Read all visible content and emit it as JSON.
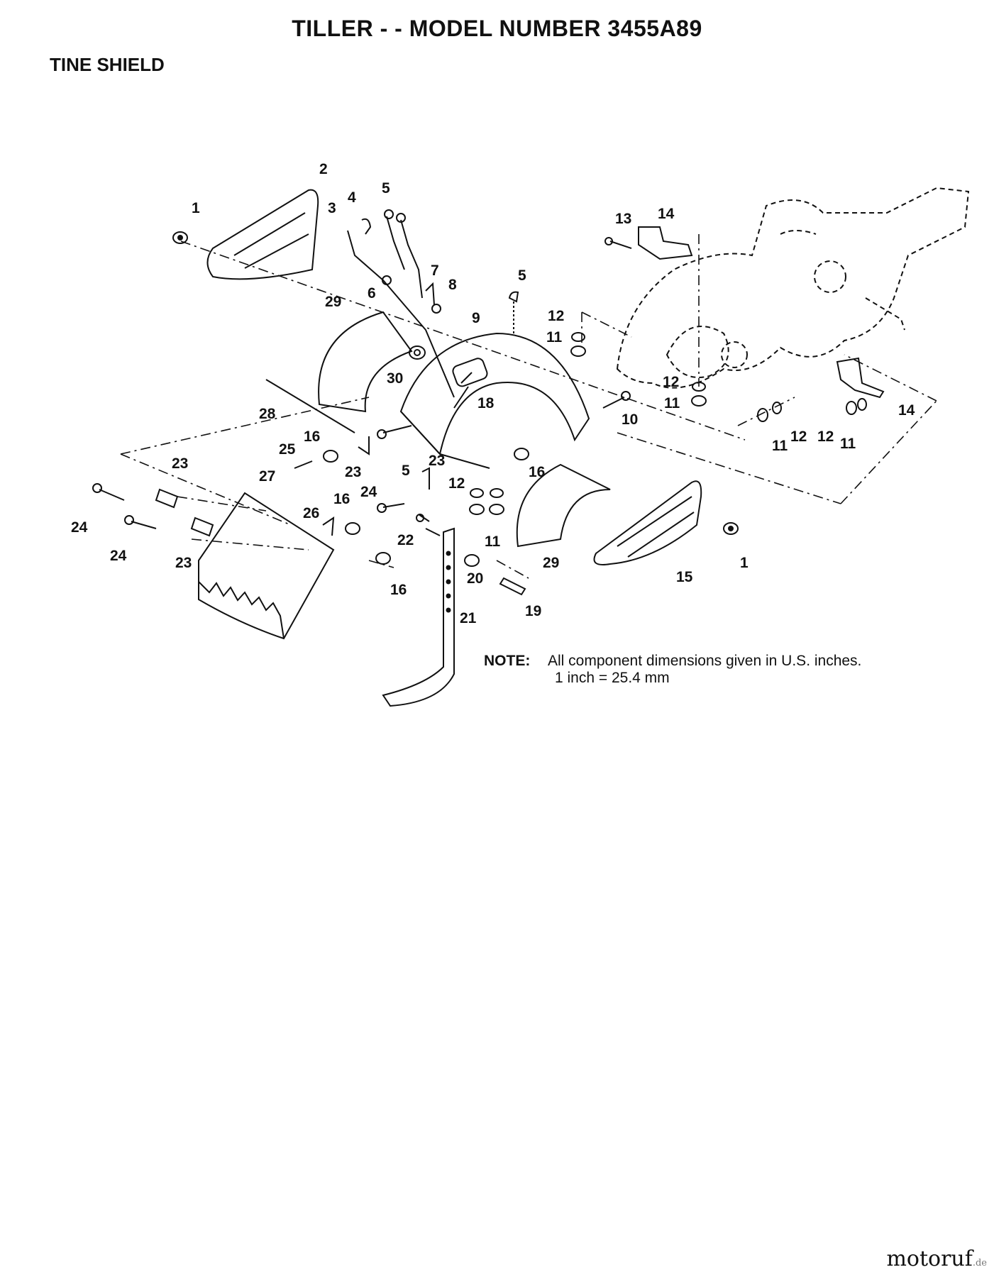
{
  "title": "TILLER - - MODEL NUMBER 3455A89",
  "section": "TINE SHIELD",
  "callouts": [
    {
      "id": "c-1a",
      "text": "1"
    },
    {
      "id": "c-2",
      "text": "2"
    },
    {
      "id": "c-3",
      "text": "3"
    },
    {
      "id": "c-4",
      "text": "4"
    },
    {
      "id": "c-5a",
      "text": "5"
    },
    {
      "id": "c-6",
      "text": "6"
    },
    {
      "id": "c-7",
      "text": "7"
    },
    {
      "id": "c-8",
      "text": "8"
    },
    {
      "id": "c-5b",
      "text": "5"
    },
    {
      "id": "c-9",
      "text": "9"
    },
    {
      "id": "c-29a",
      "text": "29"
    },
    {
      "id": "c-30",
      "text": "30"
    },
    {
      "id": "c-18",
      "text": "18"
    },
    {
      "id": "c-13",
      "text": "13"
    },
    {
      "id": "c-14a",
      "text": "14"
    },
    {
      "id": "c-12a",
      "text": "12"
    },
    {
      "id": "c-11a",
      "text": "11"
    },
    {
      "id": "c-12b",
      "text": "12"
    },
    {
      "id": "c-11b",
      "text": "11"
    },
    {
      "id": "c-10",
      "text": "10"
    },
    {
      "id": "c-14b",
      "text": "14"
    },
    {
      "id": "c-12c",
      "text": "12"
    },
    {
      "id": "c-11c",
      "text": "11"
    },
    {
      "id": "c-12d",
      "text": "12"
    },
    {
      "id": "c-11d",
      "text": "11"
    },
    {
      "id": "c-28",
      "text": "28"
    },
    {
      "id": "c-16a",
      "text": "16"
    },
    {
      "id": "c-25",
      "text": "25"
    },
    {
      "id": "c-23a",
      "text": "23"
    },
    {
      "id": "c-5c",
      "text": "5"
    },
    {
      "id": "c-23b",
      "text": "23"
    },
    {
      "id": "c-16b",
      "text": "16"
    },
    {
      "id": "c-23c",
      "text": "23"
    },
    {
      "id": "c-27",
      "text": "27"
    },
    {
      "id": "c-24a",
      "text": "24"
    },
    {
      "id": "c-24b",
      "text": "24"
    },
    {
      "id": "c-23d",
      "text": "23"
    },
    {
      "id": "c-26",
      "text": "26"
    },
    {
      "id": "c-16c",
      "text": "16"
    },
    {
      "id": "c-24c",
      "text": "24"
    },
    {
      "id": "c-12e",
      "text": "12"
    },
    {
      "id": "c-11e",
      "text": "11"
    },
    {
      "id": "c-22",
      "text": "22"
    },
    {
      "id": "c-16d",
      "text": "16"
    },
    {
      "id": "c-20",
      "text": "20"
    },
    {
      "id": "c-29b",
      "text": "29"
    },
    {
      "id": "c-19",
      "text": "19"
    },
    {
      "id": "c-21",
      "text": "21"
    },
    {
      "id": "c-15",
      "text": "15"
    },
    {
      "id": "c-1b",
      "text": "1"
    }
  ],
  "note": {
    "label": "NOTE:",
    "line1": "All component dimensions given in U.S. inches.",
    "line2": "1 inch = 25.4 mm"
  },
  "watermark": {
    "text": "motoruf",
    "suffix": ".de"
  }
}
